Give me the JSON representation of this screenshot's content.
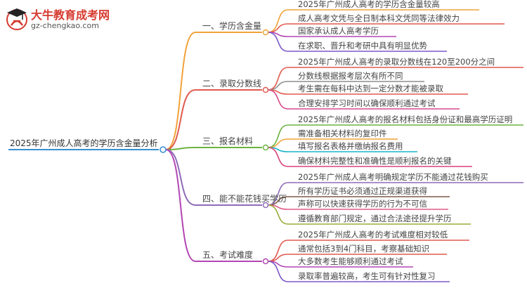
{
  "brand": {
    "name": "大牛教育成考网",
    "url": "gz-chengkao.com"
  },
  "root": {
    "title": "2025年广州成人高考的学历含金量分析",
    "color": "#3a8fd0"
  },
  "branches": [
    {
      "label": "一、学历含金量",
      "color": "#f0a23a",
      "children": [
        {
          "text": "2025年广州成人高考的学历含金量较高",
          "color": "#f0a23a"
        },
        {
          "text": "成人高考文凭与全日制本科文凭同等法律效力",
          "color": "#e05a4e"
        },
        {
          "text": "国家承认成人高考学历",
          "color": "#b246b4"
        },
        {
          "text": "在求职、晋升和考研中具有明显优势",
          "color": "#7b59c9"
        }
      ]
    },
    {
      "label": "二、录取分数线",
      "color": "#e05a4e",
      "children": [
        {
          "text": "2025年广州成人高考的录取分数线在120至200分之间",
          "color": "#e05a4e"
        },
        {
          "text": "分数线根据报考层次有所不同",
          "color": "#8e8e8e"
        },
        {
          "text": "考生需在每科中达到一定分数才能被录取",
          "color": "#e05a4e"
        },
        {
          "text": "合理安排学习时间以确保顺利通过考试",
          "color": "#d94c8a"
        }
      ]
    },
    {
      "label": "三、报名材料",
      "color": "#6cb33f",
      "children": [
        {
          "text": "2025年广州成人高考的报名材料包括身份证和最高学历证明",
          "color": "#6cb33f"
        },
        {
          "text": "需准备相关材料的复印件",
          "color": "#f0a23a"
        },
        {
          "text": "填写报名表格并缴纳报名费用",
          "color": "#1bb3c9"
        },
        {
          "text": "确保材料完整性和准确性是顺利报名的关键",
          "color": "#d9417a"
        }
      ]
    },
    {
      "label": "四、能不能花钱买学历",
      "color": "#8e6bb8",
      "children": [
        {
          "text": "2025年广州成人高考明确规定学历不能通过花钱购买",
          "color": "#8e6bb8"
        },
        {
          "text": "所有学历证书必须通过正规渠道获得",
          "color": "#7e5a46"
        },
        {
          "text": "声称可以快速获得学历的行为不可信",
          "color": "#e05a8a"
        },
        {
          "text": "遵循教育部门规定，通过合法途径提升学历",
          "color": "#9aae3a"
        }
      ]
    },
    {
      "label": "五、考试难度",
      "color": "#b246b4",
      "children": [
        {
          "text": "2025年广州成人高考的考试难度相对较低",
          "color": "#e05a4e"
        },
        {
          "text": "通常包括3到4门科目，考察基础知识",
          "color": "#e05a4e"
        },
        {
          "text": "大多数考生能够顺利通过考试",
          "color": "#b246b4"
        },
        {
          "text": "录取率普遍较高，考生可有针对性复习",
          "color": "#7b59c9"
        }
      ]
    }
  ]
}
